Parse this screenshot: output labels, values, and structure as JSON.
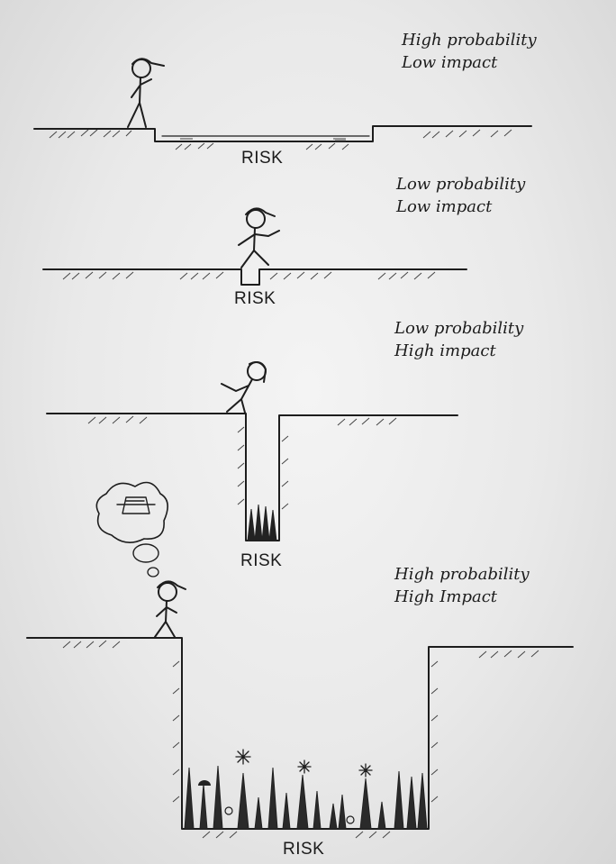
{
  "scenarios": [
    {
      "probability": "High probability",
      "impact": "Low impact",
      "risk_label": "RISK"
    },
    {
      "probability": "Low probability",
      "impact": "Low impact",
      "risk_label": "RISK"
    },
    {
      "probability": "Low probability",
      "impact": "High impact",
      "risk_label": "RISK"
    },
    {
      "probability": "High probability",
      "impact": "High Impact",
      "risk_label": "RISK"
    }
  ],
  "colors": {
    "ink": "#1d1d1d",
    "paper": "#ececec"
  },
  "icons": [
    "stick-figure-icon",
    "thought-bubble-icon",
    "spike-icon"
  ]
}
